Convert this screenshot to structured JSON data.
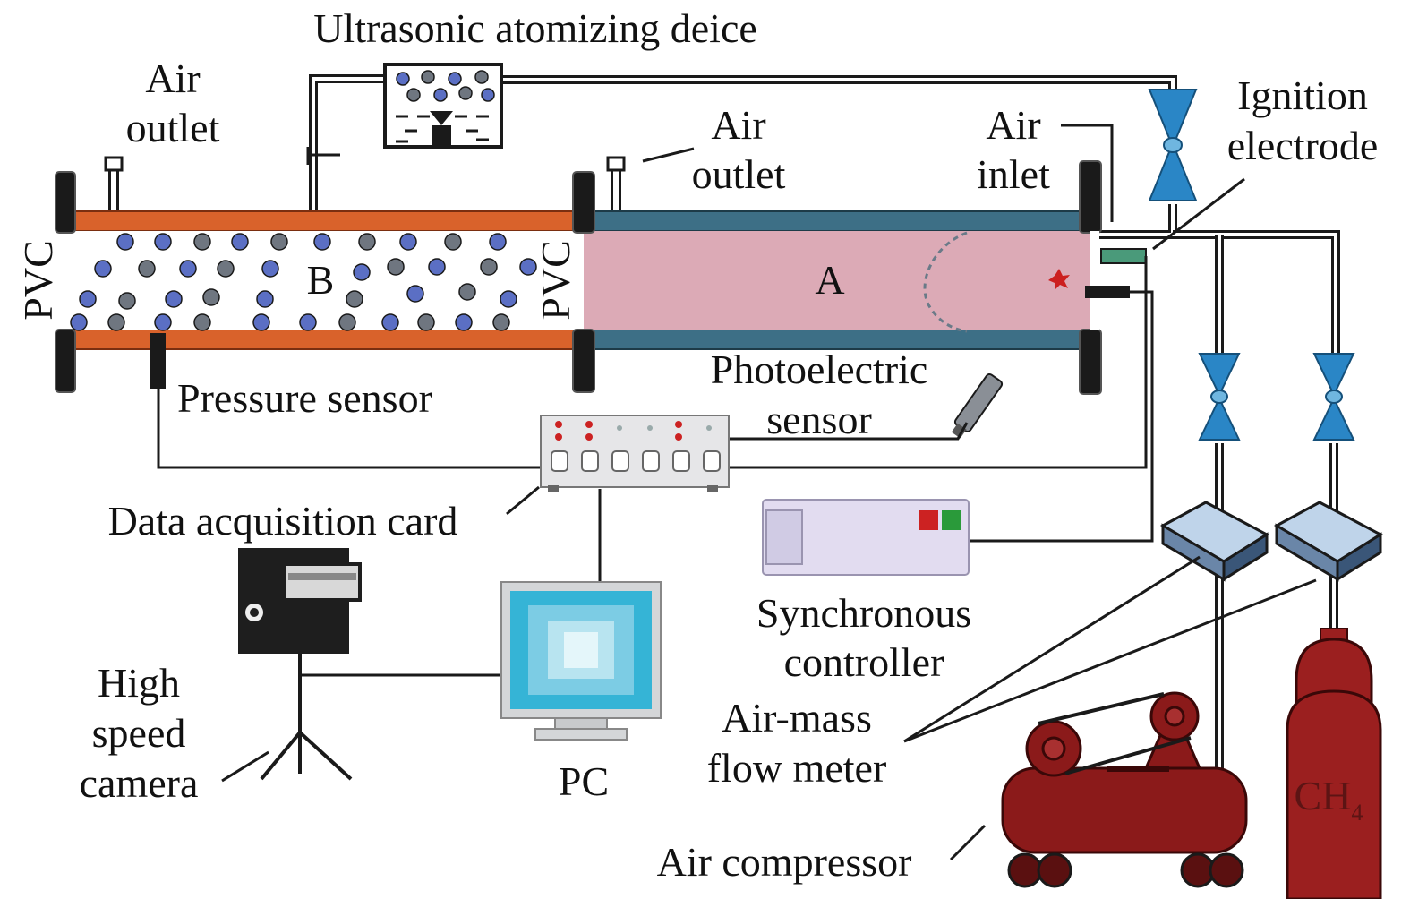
{
  "title": "Ultrasonic atomizing deice",
  "labels": {
    "air_outlet_left_1": "Air",
    "air_outlet_left_2": "outlet",
    "air_outlet_mid_1": "Air",
    "air_outlet_mid_2": "outlet",
    "air_inlet_1": "Air",
    "air_inlet_2": "inlet",
    "ignition_1": "Ignition",
    "ignition_2": "electrode",
    "pvc_left": "PVC",
    "pvc_mid": "PVC",
    "section_b": "B",
    "section_a": "A",
    "pressure_sensor": "Pressure sensor",
    "photoelectric_1": "Photoelectric",
    "photoelectric_2": "sensor",
    "daq": "Data acquisition card",
    "sync_1": "Synchronous",
    "sync_2": "controller",
    "camera_1": "High",
    "camera_2": "speed",
    "camera_3": "camera",
    "pc": "PC",
    "flow_meter_1": "Air-mass",
    "flow_meter_2": "flow meter",
    "compressor": "Air compressor",
    "ch4_main": "CH",
    "ch4_sub": "4"
  },
  "colors": {
    "section_b_wall": "#d9622b",
    "section_a_wall": "#3d6f86",
    "section_a_fill": "#dcaab6",
    "particle_blue": "#5b6fc4",
    "particle_gray": "#6f7680",
    "valve": "#2a86c6",
    "compressor": "#8b1a1a",
    "cylinder": "#9b1f1f",
    "spark": "#cc1f1f"
  }
}
